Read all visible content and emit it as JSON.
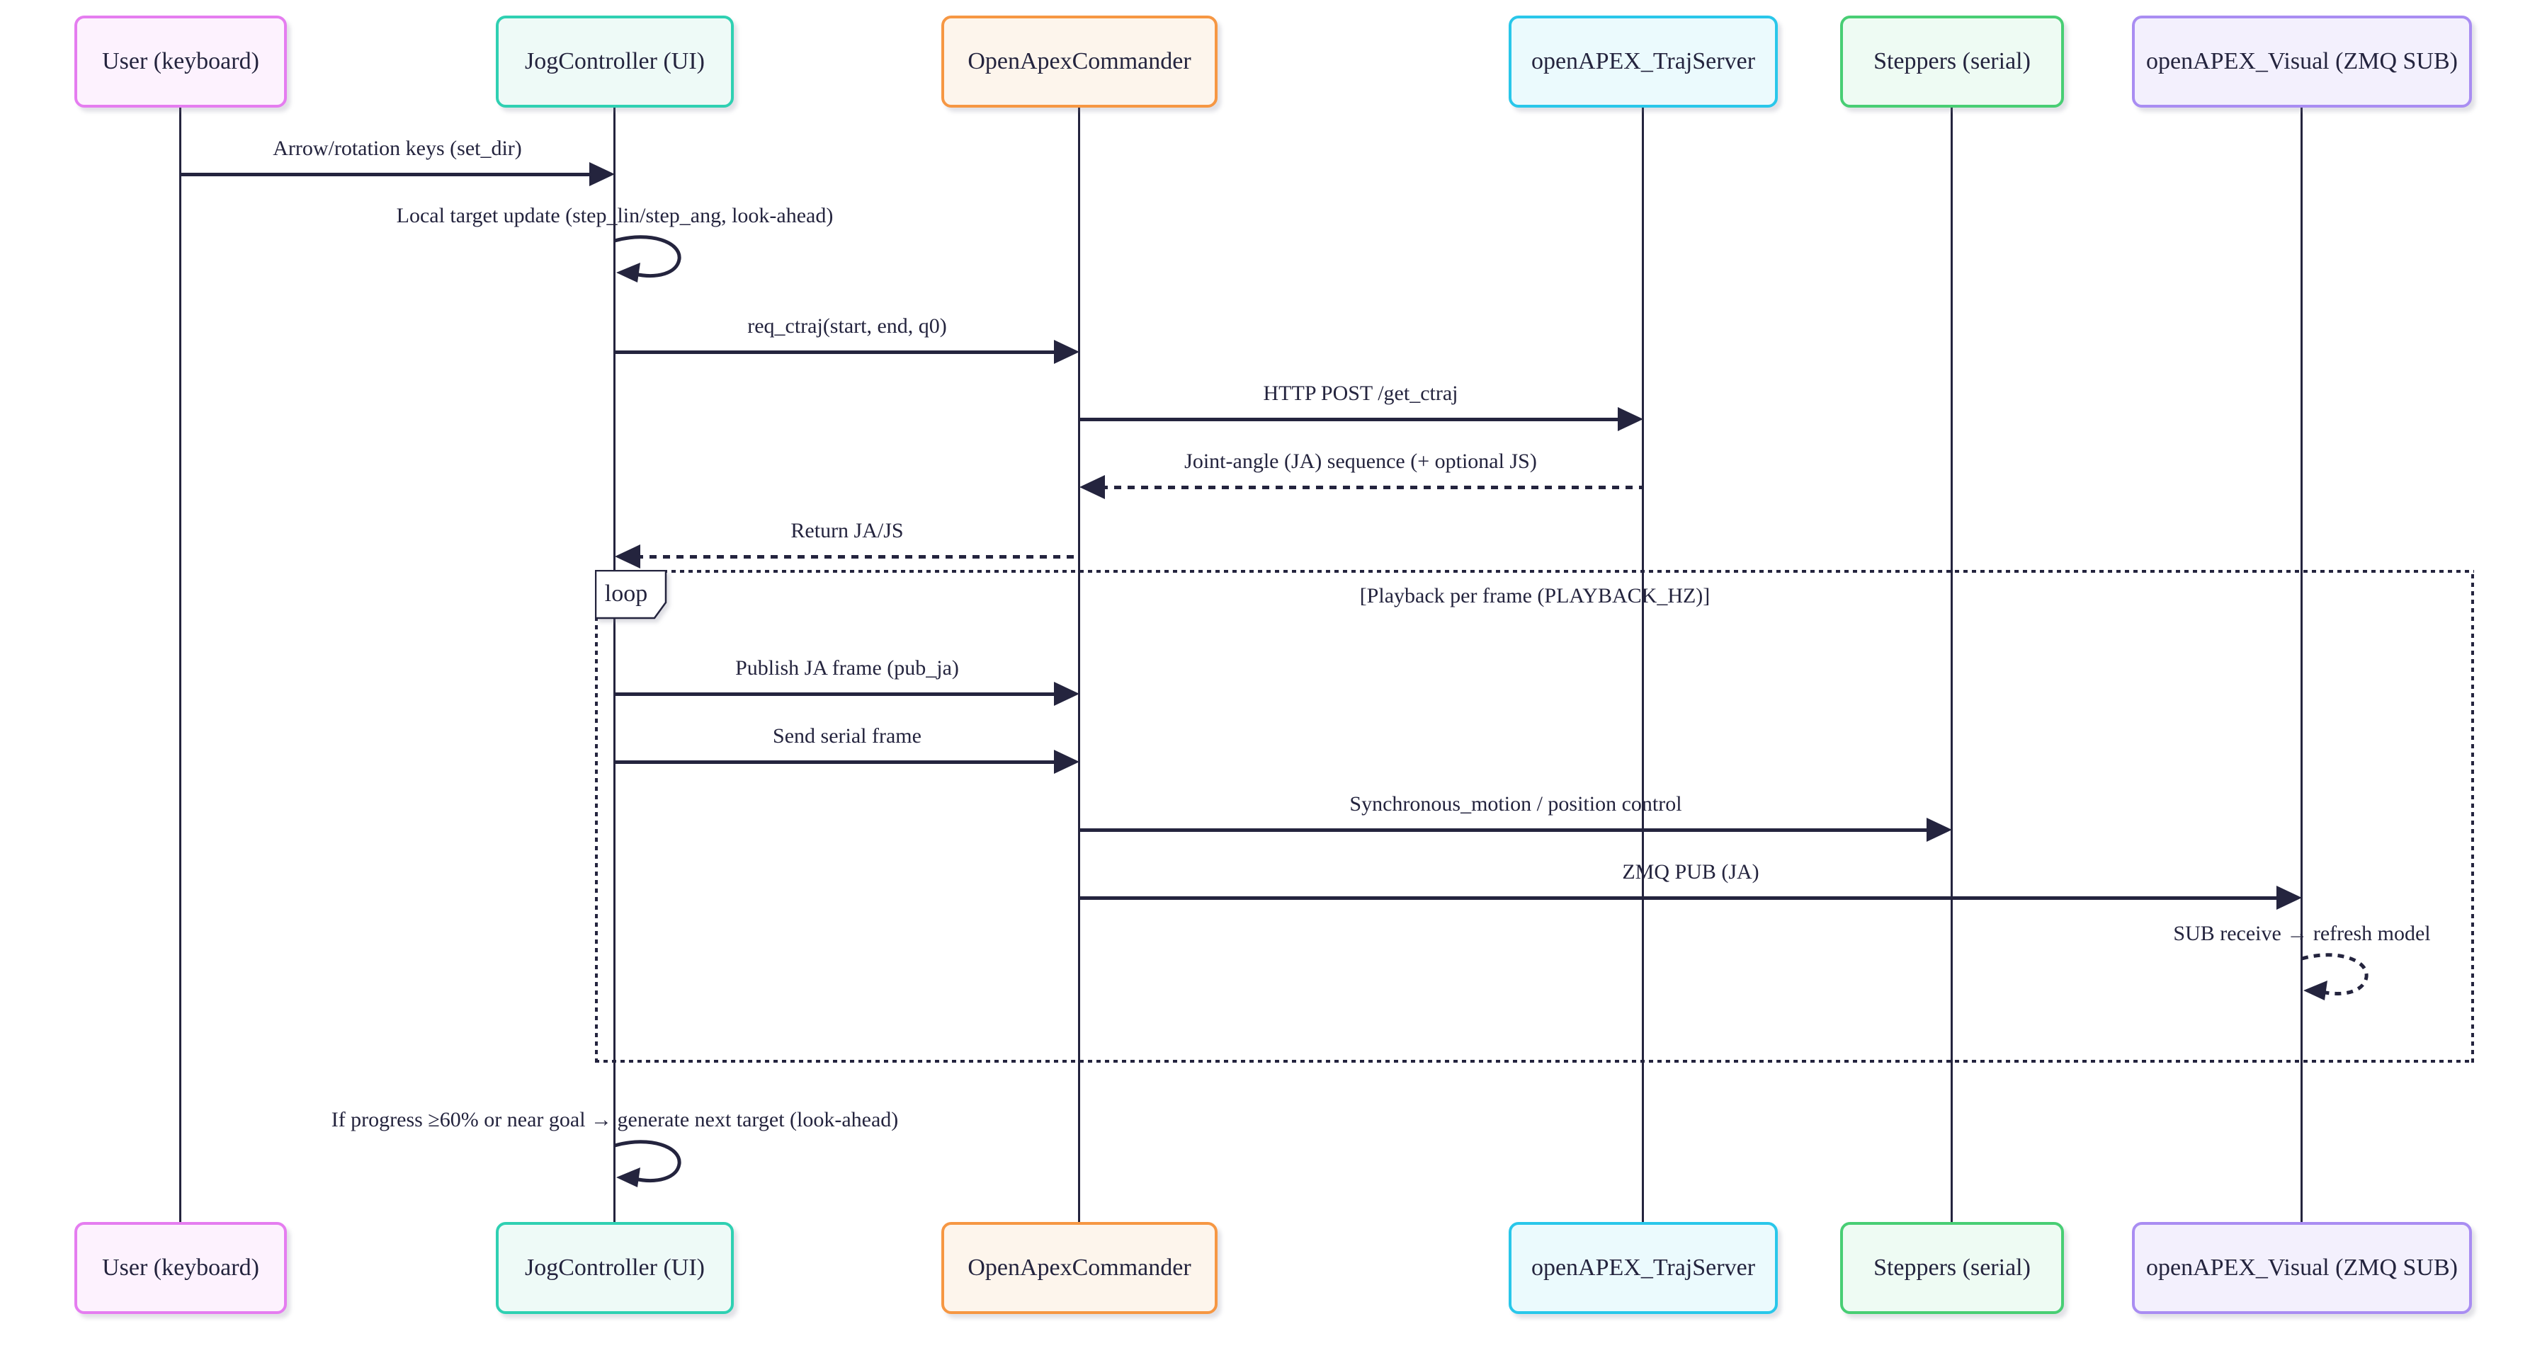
{
  "diagram": {
    "type": "sequence",
    "background": "#ffffff",
    "line_color": "#24243e",
    "text_color": "#24243e"
  },
  "actors": [
    {
      "id": "user",
      "label": "User (keyboard)",
      "border": "#e57df0",
      "fill": "#fdf2fe"
    },
    {
      "id": "jog",
      "label": "JogController (UI)",
      "border": "#2fd0b2",
      "fill": "#eefaf7"
    },
    {
      "id": "commander",
      "label": "OpenApexCommander",
      "border": "#f69743",
      "fill": "#fdf5ec"
    },
    {
      "id": "trajserver",
      "label": "openAPEX_TrajServer",
      "border": "#29c7ea",
      "fill": "#ebfafd"
    },
    {
      "id": "steppers",
      "label": "Steppers (serial)",
      "border": "#48ce74",
      "fill": "#eefbf3"
    },
    {
      "id": "visual",
      "label": "openAPEX_Visual (ZMQ SUB)",
      "border": "#a98df2",
      "fill": "#f3f0fd"
    }
  ],
  "messages": [
    {
      "from": "user",
      "to": "jog",
      "label": "Arrow/rotation keys (set_dir)",
      "style": "solid"
    },
    {
      "from": "jog",
      "to": "jog",
      "label": "Local target update (step_lin/step_ang, look-ahead)",
      "style": "self-solid"
    },
    {
      "from": "jog",
      "to": "commander",
      "label": "req_ctraj(start, end, q0)",
      "style": "solid"
    },
    {
      "from": "commander",
      "to": "trajserver",
      "label": "HTTP POST /get_ctraj",
      "style": "solid"
    },
    {
      "from": "trajserver",
      "to": "commander",
      "label": "Joint-angle (JA) sequence (+ optional JS)",
      "style": "dashed"
    },
    {
      "from": "commander",
      "to": "jog",
      "label": "Return JA/JS",
      "style": "dashed"
    },
    {
      "from": "jog",
      "to": "commander",
      "label": "Publish JA frame (pub_ja)",
      "style": "solid"
    },
    {
      "from": "jog",
      "to": "commander",
      "label": "Send serial frame",
      "style": "solid"
    },
    {
      "from": "commander",
      "to": "steppers",
      "label": "Synchronous_motion / position control",
      "style": "solid"
    },
    {
      "from": "commander",
      "to": "visual",
      "label": "ZMQ PUB (JA)",
      "style": "solid"
    },
    {
      "from": "visual",
      "to": "visual",
      "label": "SUB receive → refresh model",
      "style": "self-dashed"
    },
    {
      "from": "jog",
      "to": "jog",
      "label": "If progress ≥60% or near goal → generate next target (look-ahead)",
      "style": "self-solid"
    }
  ],
  "loop": {
    "label": "loop",
    "condition": "[Playback per frame (PLAYBACK_HZ)]"
  }
}
